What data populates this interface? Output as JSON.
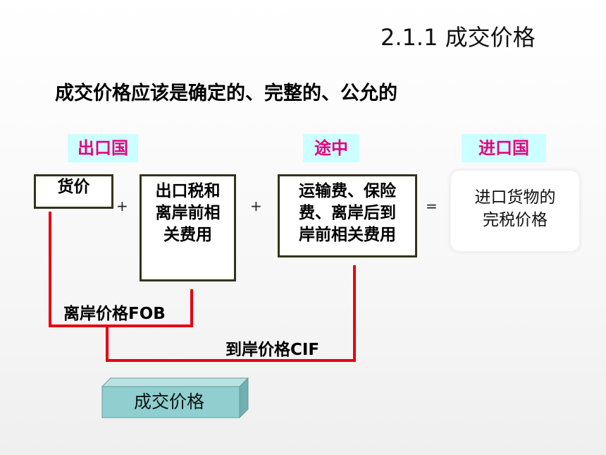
{
  "title": "2.1.1 成交价格",
  "subtitle": "成交价格应该是确定的、完整的、公允的",
  "regions": {
    "export": "出口国",
    "transit": "途中",
    "import": "进口国"
  },
  "boxes": {
    "goods_price": "货价",
    "export_tax": "出口税和\n离岸前相\n关费用",
    "freight": "运输费、保险\n费、离岸后到\n岸前相关费用",
    "result": "进口货物的\n完税价格"
  },
  "operators": {
    "plus1": "+",
    "plus2": "+",
    "equals": "="
  },
  "brackets": {
    "fob": "离岸价格FOB",
    "cif": "到岸价格CIF"
  },
  "deal_price": "成交价格",
  "colors": {
    "region_bg": "#ccffff",
    "region_text": "#e6007e",
    "bracket_line": "#e60012",
    "box_border": "#33331a",
    "deal_box_face": "#8fcfcf"
  }
}
